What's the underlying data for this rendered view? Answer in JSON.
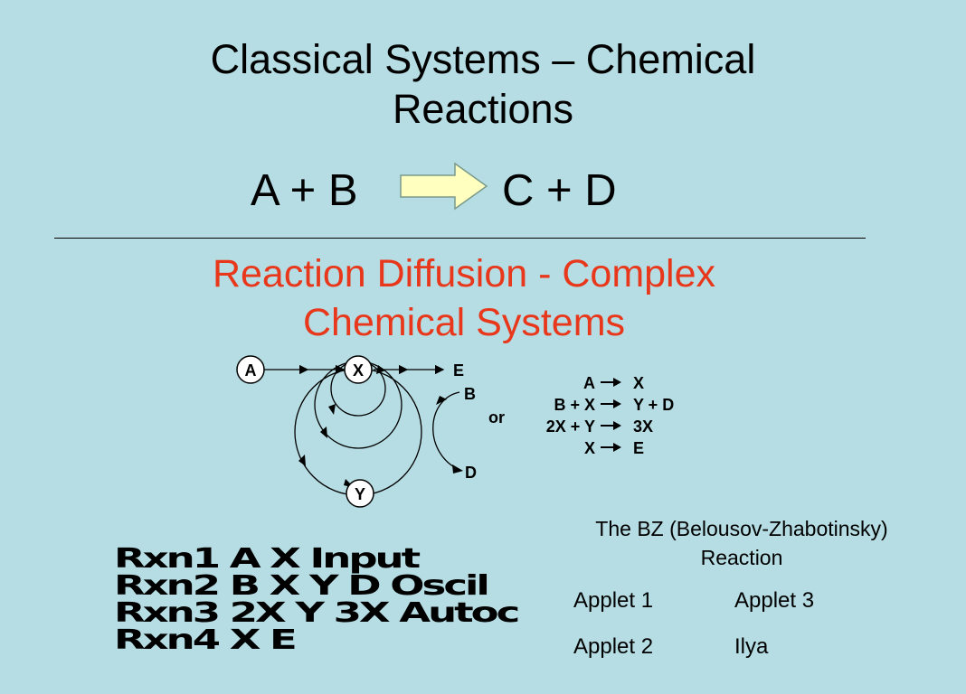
{
  "slide": {
    "title_line1": "Classical Systems – Chemical",
    "title_line2": "Reactions",
    "equation": {
      "left": "A + B",
      "right": "C + D",
      "arrow_color": "#ffffc0"
    },
    "subtitle_line1": "Reaction Diffusion -  Complex",
    "subtitle_line2": "Chemical Systems",
    "subtitle_color": "#e8371a",
    "background_color": "#b5dde3"
  },
  "diagram": {
    "nodes": {
      "a": "A",
      "x": "X",
      "y": "Y"
    },
    "labels": {
      "e": "E",
      "b": "B",
      "d": "D",
      "or": "or"
    }
  },
  "reactions": [
    {
      "left": "A",
      "right": "X"
    },
    {
      "left": "B + X",
      "right": "Y + D"
    },
    {
      "left": "2X + Y",
      "right": "3X"
    },
    {
      "left": "X",
      "right": "E"
    }
  ],
  "caption": {
    "line1": "The BZ (Belousov-Zhabotinsky)",
    "line2": "Reaction"
  },
  "links": {
    "applet1": "Applet 1",
    "applet3": "Applet 3",
    "applet2": "Applet 2",
    "ilya": "Ilya"
  },
  "garbled_text": {
    "row1": "Rxn1  A X       Input",
    "row2": "Rxn2  B X Y D  Oscil",
    "row3": "Rxn3  2X Y  3X  Autoc",
    "row4": "Rxn4  X E"
  }
}
